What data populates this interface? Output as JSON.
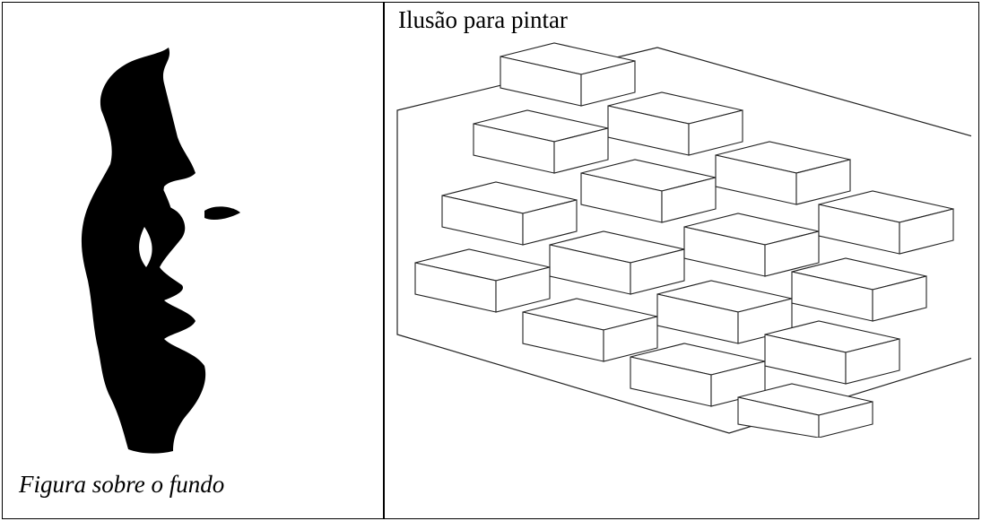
{
  "left_cell": {
    "caption": "Figura sobre o fundo",
    "image_semantic": "saxophone-player-face-silhouette"
  },
  "right_cell": {
    "caption": "Ilusão para pintar",
    "image_semantic": "impossible-isometric-cubes-illusion"
  }
}
